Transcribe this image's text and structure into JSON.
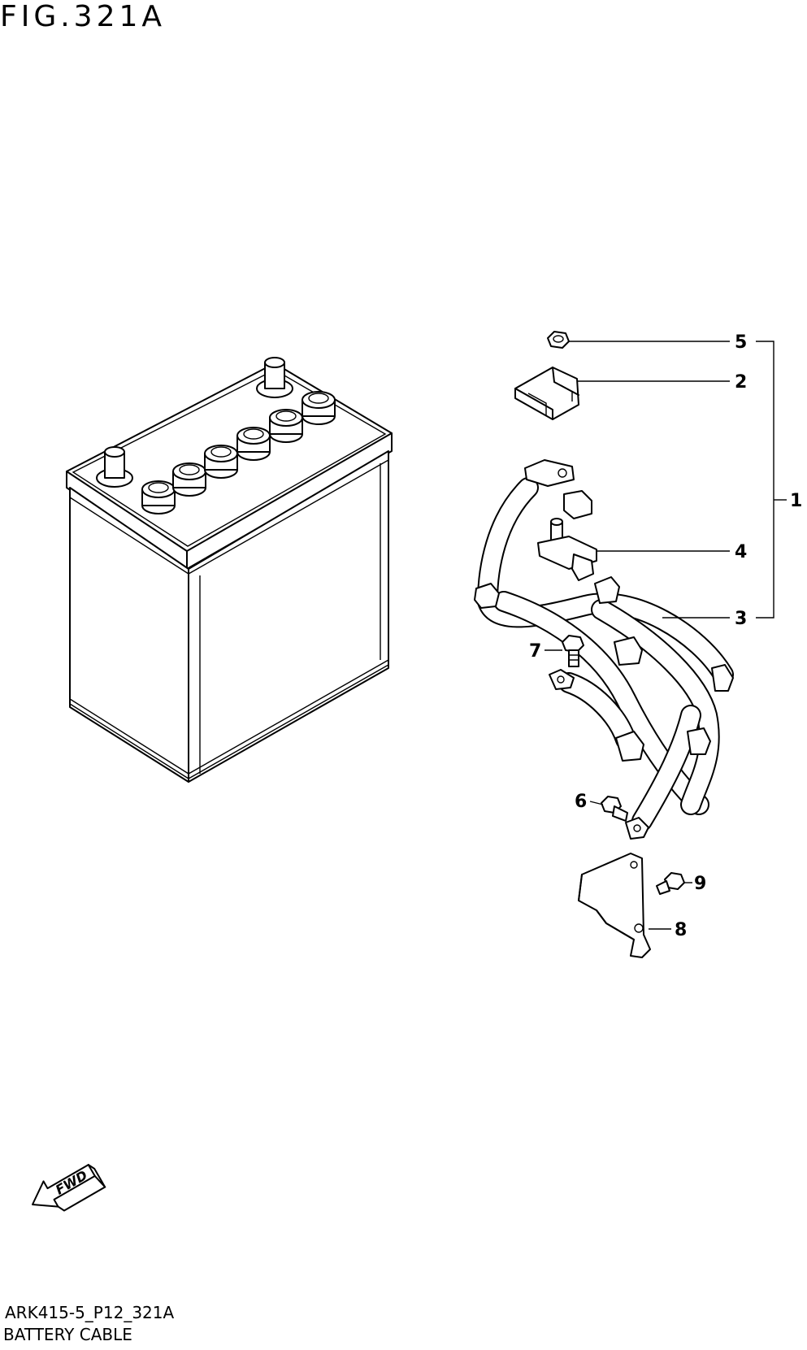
{
  "figure": {
    "title": "FIG.321A",
    "drawing_code": "ARK415-5_P12_321A",
    "name": "BATTERY CABLE"
  },
  "fwd_label": "FWD",
  "callouts": [
    {
      "id": "c5",
      "num": "5"
    },
    {
      "id": "c2",
      "num": "2"
    },
    {
      "id": "c1",
      "num": "1"
    },
    {
      "id": "c4",
      "num": "4"
    },
    {
      "id": "c3",
      "num": "3"
    },
    {
      "id": "c7",
      "num": "7"
    },
    {
      "id": "c6",
      "num": "6"
    },
    {
      "id": "c9",
      "num": "9"
    },
    {
      "id": "c8",
      "num": "8"
    }
  ]
}
